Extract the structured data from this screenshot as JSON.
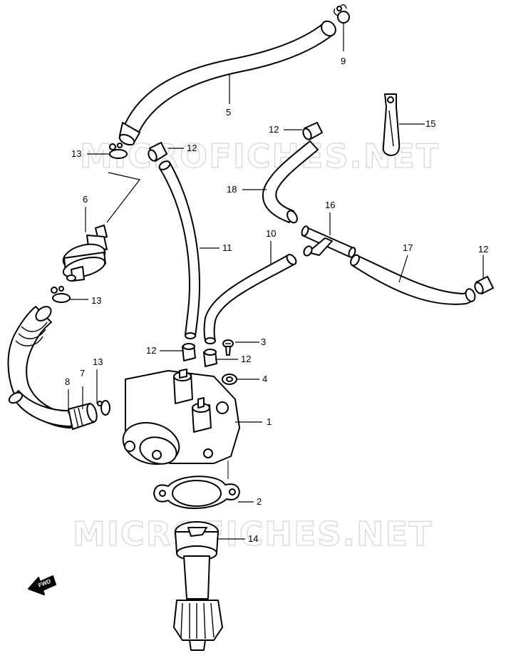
{
  "watermark": {
    "text": "MICROFICHES.NET"
  },
  "fwd_badge": "FWD",
  "callouts": [
    {
      "id": "9",
      "label": "9"
    },
    {
      "id": "5",
      "label": "5"
    },
    {
      "id": "15",
      "label": "15"
    },
    {
      "id": "12a",
      "label": "12"
    },
    {
      "id": "13a",
      "label": "13"
    },
    {
      "id": "12b",
      "label": "12"
    },
    {
      "id": "18",
      "label": "18"
    },
    {
      "id": "6",
      "label": "6"
    },
    {
      "id": "16",
      "label": "16"
    },
    {
      "id": "11",
      "label": "11"
    },
    {
      "id": "10",
      "label": "10"
    },
    {
      "id": "17",
      "label": "17"
    },
    {
      "id": "12c",
      "label": "12"
    },
    {
      "id": "13b",
      "label": "13"
    },
    {
      "id": "3",
      "label": "3"
    },
    {
      "id": "12d",
      "label": "12"
    },
    {
      "id": "13c",
      "label": "13"
    },
    {
      "id": "12e",
      "label": "12"
    },
    {
      "id": "7",
      "label": "7"
    },
    {
      "id": "8",
      "label": "8"
    },
    {
      "id": "4",
      "label": "4"
    },
    {
      "id": "1",
      "label": "1"
    },
    {
      "id": "2",
      "label": "2"
    },
    {
      "id": "14",
      "label": "14"
    }
  ]
}
